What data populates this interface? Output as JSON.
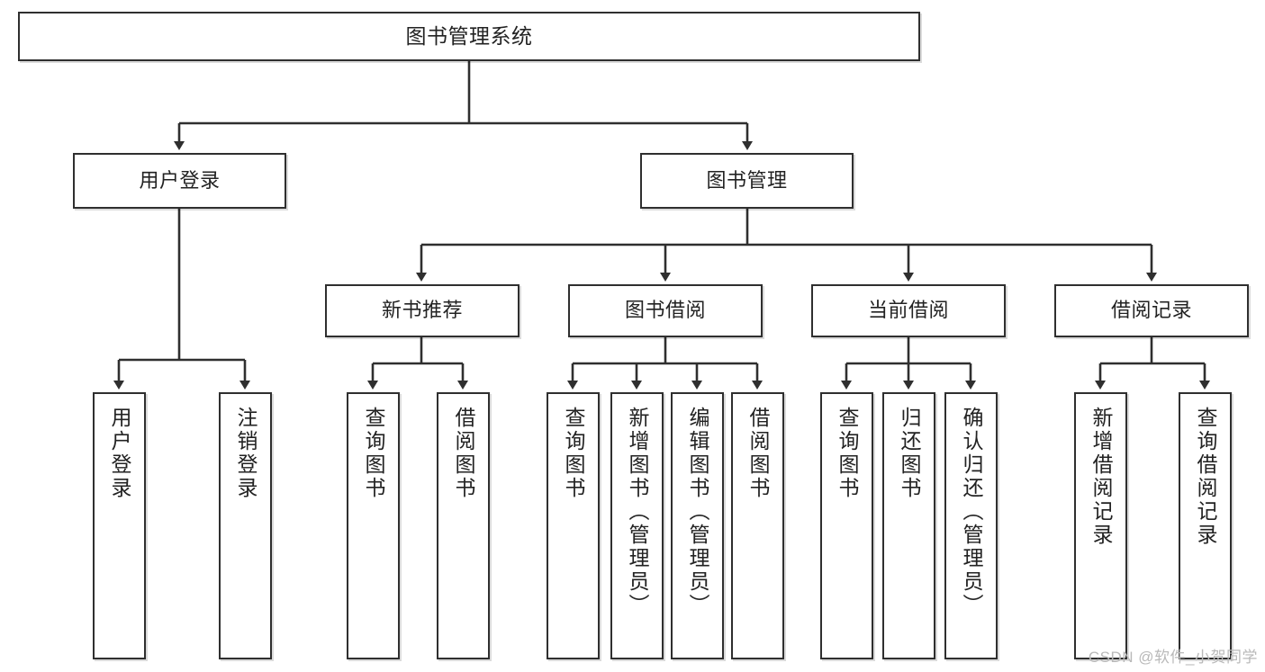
{
  "diagram": {
    "title": "图书管理系统",
    "watermark": "CSDN @软件_小贺同学",
    "levels": {
      "root": {
        "label": "图书管理系统"
      },
      "level2": [
        {
          "label": "用户登录"
        },
        {
          "label": "图书管理"
        }
      ],
      "level3": [
        {
          "label": "新书推荐"
        },
        {
          "label": "图书借阅"
        },
        {
          "label": "当前借阅"
        },
        {
          "label": "借阅记录"
        }
      ],
      "leaves": {
        "user_login": [
          {
            "label": "用户登录"
          },
          {
            "label": "注销登录"
          }
        ],
        "new_book_recommend": [
          {
            "label": "查询图书"
          },
          {
            "label": "借阅图书"
          }
        ],
        "book_borrow": [
          {
            "label": "查询图书"
          },
          {
            "label": "新增图书（管理员）"
          },
          {
            "label": "编辑图书（管理员）"
          },
          {
            "label": "借阅图书"
          }
        ],
        "current_borrow": [
          {
            "label": "查询图书"
          },
          {
            "label": "归还图书"
          },
          {
            "label": "确认归还（管理员）"
          }
        ],
        "borrow_record": [
          {
            "label": "新增借阅记录"
          },
          {
            "label": "查询借阅记录"
          }
        ]
      }
    },
    "colors": {
      "stroke": "#2f2f2f",
      "fill": "#ffffff",
      "text": "#222222",
      "watermark": "#b9b9b9"
    }
  }
}
